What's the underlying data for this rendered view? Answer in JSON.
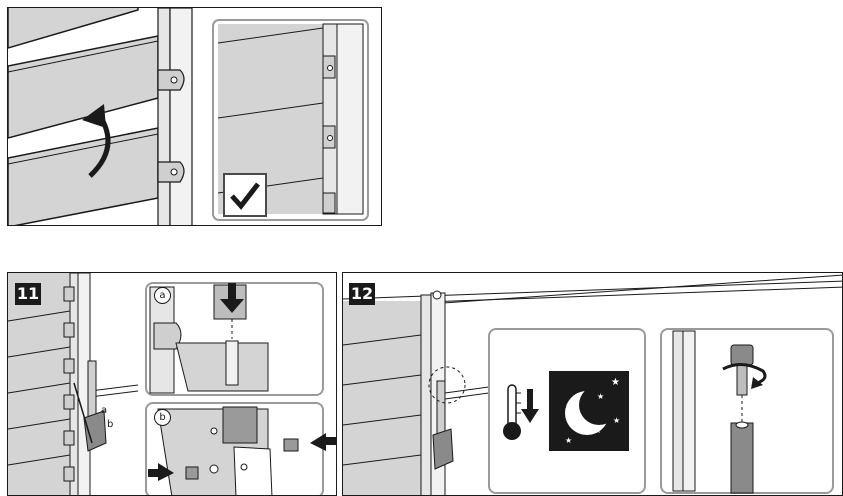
{
  "steps": [
    {
      "number": "11",
      "sub_labels": [
        "a",
        "b"
      ],
      "callouts": [
        "a",
        "b"
      ]
    },
    {
      "number": "12"
    }
  ],
  "icons": [
    "check-icon",
    "rotate-arrow-icon",
    "thermometer-down-icon",
    "night-moon-icon",
    "push-arrow-icon",
    "screw-tighten-arrow-icon"
  ],
  "colors": {
    "outline": "#1a1a1a",
    "louvre_fill": "#d4d4d4",
    "panel_border": "#9a9a9a",
    "night_bg": "#1a1a1a"
  }
}
